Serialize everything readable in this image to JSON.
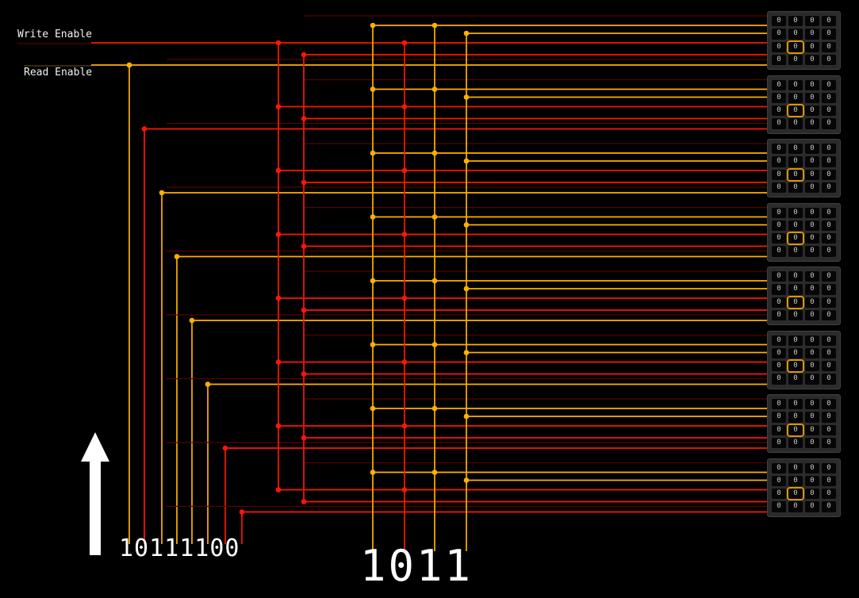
{
  "labels": {
    "write_enable": "Write Enable",
    "read_enable": "Read Enable"
  },
  "data_bus": {
    "value": "10111100",
    "bits": [
      1,
      0,
      1,
      1,
      1,
      1,
      0,
      0
    ]
  },
  "address_bus": {
    "value": "1011",
    "bits": [
      1,
      0,
      1,
      1
    ]
  },
  "banks": {
    "count": 8,
    "rows": 4,
    "cols": 4,
    "cell_value": "0",
    "selected_row": 2,
    "selected_col": 1
  },
  "arrow": {
    "direction": "up"
  },
  "colors": {
    "background": "#000000",
    "wire_yellow": "#ffb000",
    "wire_red": "#ff1505",
    "dim_red": "#520600",
    "dim_yellow": "#564400",
    "bank_bg": "#2b2b2b",
    "cell_bg": "#060606",
    "cell_text": "#c9c9c9",
    "highlight": "#dd9500",
    "text": "#ffffff"
  }
}
